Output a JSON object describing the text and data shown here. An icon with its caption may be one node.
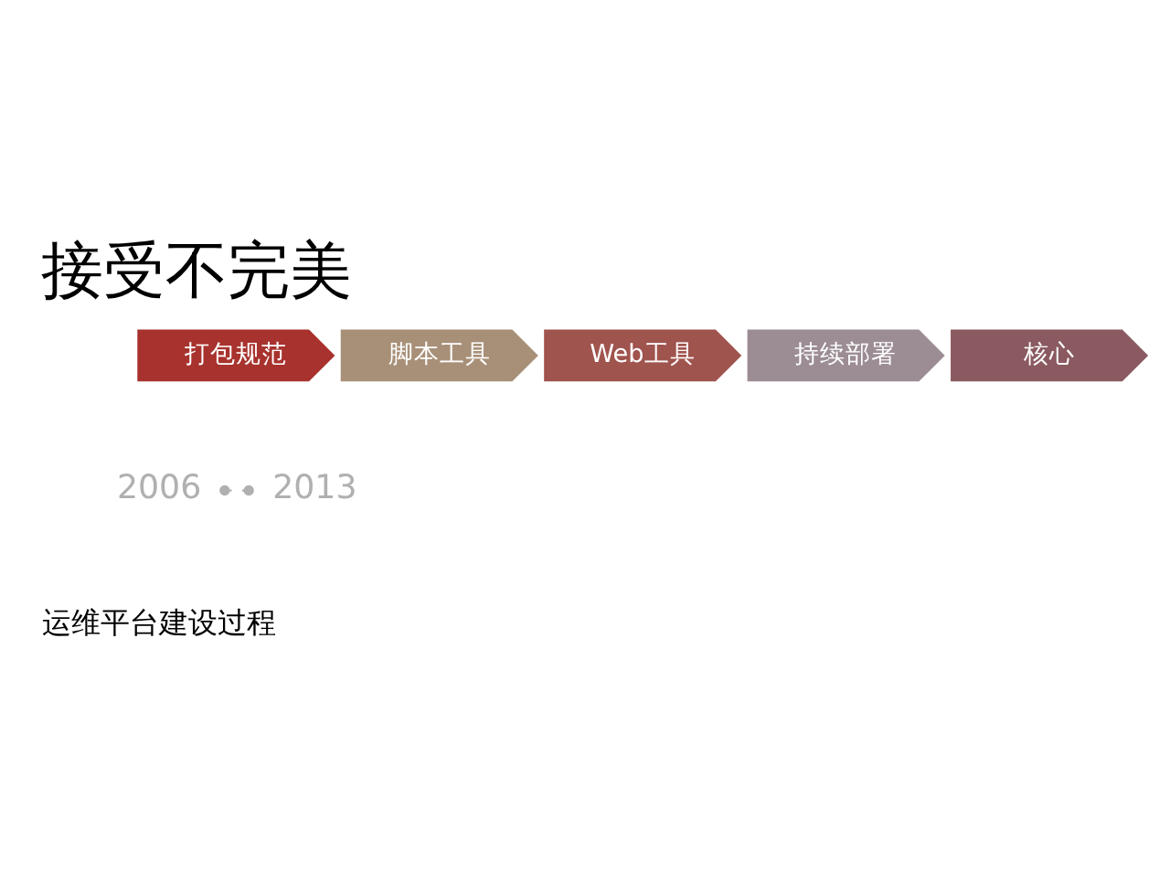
{
  "diagram": {
    "title": "接受不完美",
    "nodes": [
      {
        "text": [
          "打包规范"
        ]
      },
      {
        "text": [
          "脚本工具"
        ]
      },
      {
        "text": [
          "Web工具"
        ]
      },
      {
        "text": [
          "持续部署"
        ]
      },
      {
        "text": [
          "核心"
        ]
      },
      {
        "text": [
          "2006"
        ]
      },
      {
        "text": [
          "2013"
        ]
      }
    ],
    "edges": [
      {
        "from": 5,
        "to": 6,
        "arrow": "other",
        "style": "dashed"
      }
    ],
    "labels": [
      "运维平台建设过程"
    ]
  }
}
